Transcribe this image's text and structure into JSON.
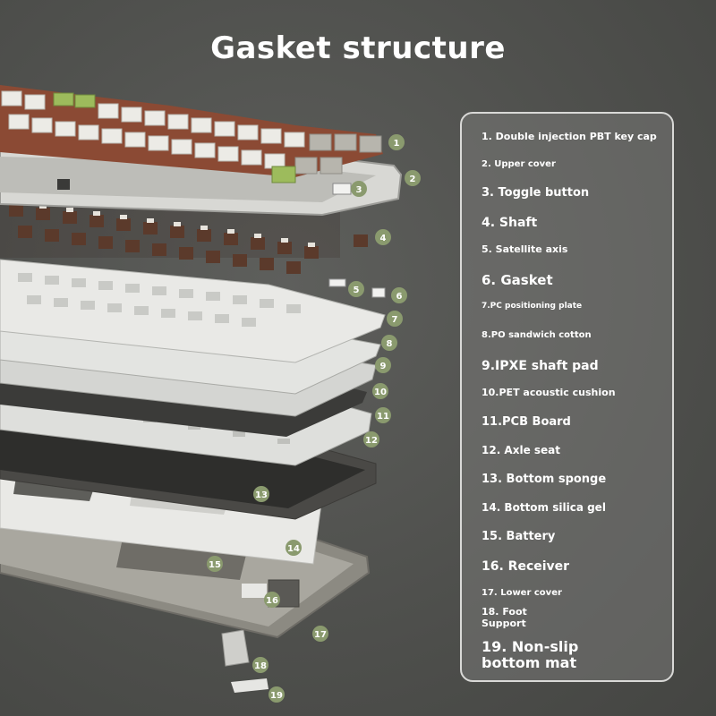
{
  "title": "Gasket structure",
  "badge_color": "#8a9a6e",
  "parts": [
    {
      "num": "1",
      "label": "1. Double injection PBT key cap"
    },
    {
      "num": "2",
      "label": "2. Upper cover"
    },
    {
      "num": "3",
      "label": "3. Toggle button"
    },
    {
      "num": "4",
      "label": "4. Shaft"
    },
    {
      "num": "5",
      "label": "5. Satellite axis"
    },
    {
      "num": "6",
      "label": "6. Gasket"
    },
    {
      "num": "7",
      "label": "7.PC positioning plate"
    },
    {
      "num": "8",
      "label": "8.PO sandwich cotton"
    },
    {
      "num": "9",
      "label": "9.IPXE shaft pad"
    },
    {
      "num": "10",
      "label": "10.PET acoustic cushion"
    },
    {
      "num": "11",
      "label": "11.PCB Board"
    },
    {
      "num": "12",
      "label": "12. Axle seat"
    },
    {
      "num": "13",
      "label": "13. Bottom sponge"
    },
    {
      "num": "14",
      "label": "14. Bottom silica gel"
    },
    {
      "num": "15",
      "label": "15. Battery"
    },
    {
      "num": "16",
      "label": "16. Receiver"
    },
    {
      "num": "17",
      "label": "17. Lower cover"
    },
    {
      "num": "18",
      "label": "18. Foot Support"
    },
    {
      "num": "19",
      "label": "19. Non-slip bottom mat"
    }
  ]
}
